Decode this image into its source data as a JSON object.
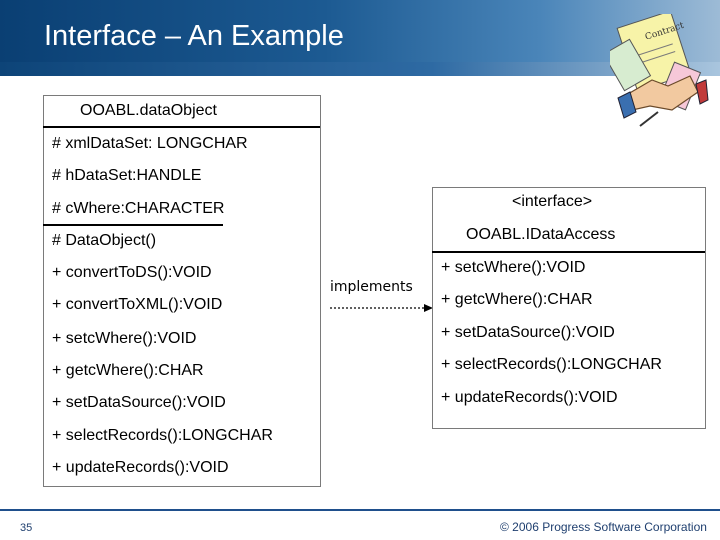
{
  "slide": {
    "title": "Interface – An Example",
    "page_number": "35",
    "copyright": "© 2006 Progress Software Corporation"
  },
  "colors": {
    "header_blue": "#0a3f73",
    "footer_text": "#1f3f6f"
  },
  "class_box": {
    "name": "OOABL.dataObject",
    "attributes": [
      "# xmlDataSet: LONGCHAR",
      "# hDataSet:HANDLE",
      "# cWhere:CHARACTER"
    ],
    "methods": [
      "# DataObject()",
      "+ convertToDS():VOID",
      "+ convertToXML():VOID",
      "+ setcWhere():VOID",
      "+ getcWhere():CHAR",
      "+ setDataSource():VOID",
      "+ selectRecords():LONGCHAR",
      "+ updateRecords():VOID"
    ]
  },
  "relationship": {
    "label": "implements"
  },
  "interface_box": {
    "stereotype": "<interface>",
    "name": "OOABL.IDataAccess",
    "methods": [
      "+ setcWhere():VOID",
      "+ getcWhere():CHAR",
      "+ setDataSource():VOID",
      "+ selectRecords():LONGCHAR",
      "+ updateRecords():VOID"
    ]
  },
  "icons": {
    "clipart": "contract-handshake-icon"
  }
}
